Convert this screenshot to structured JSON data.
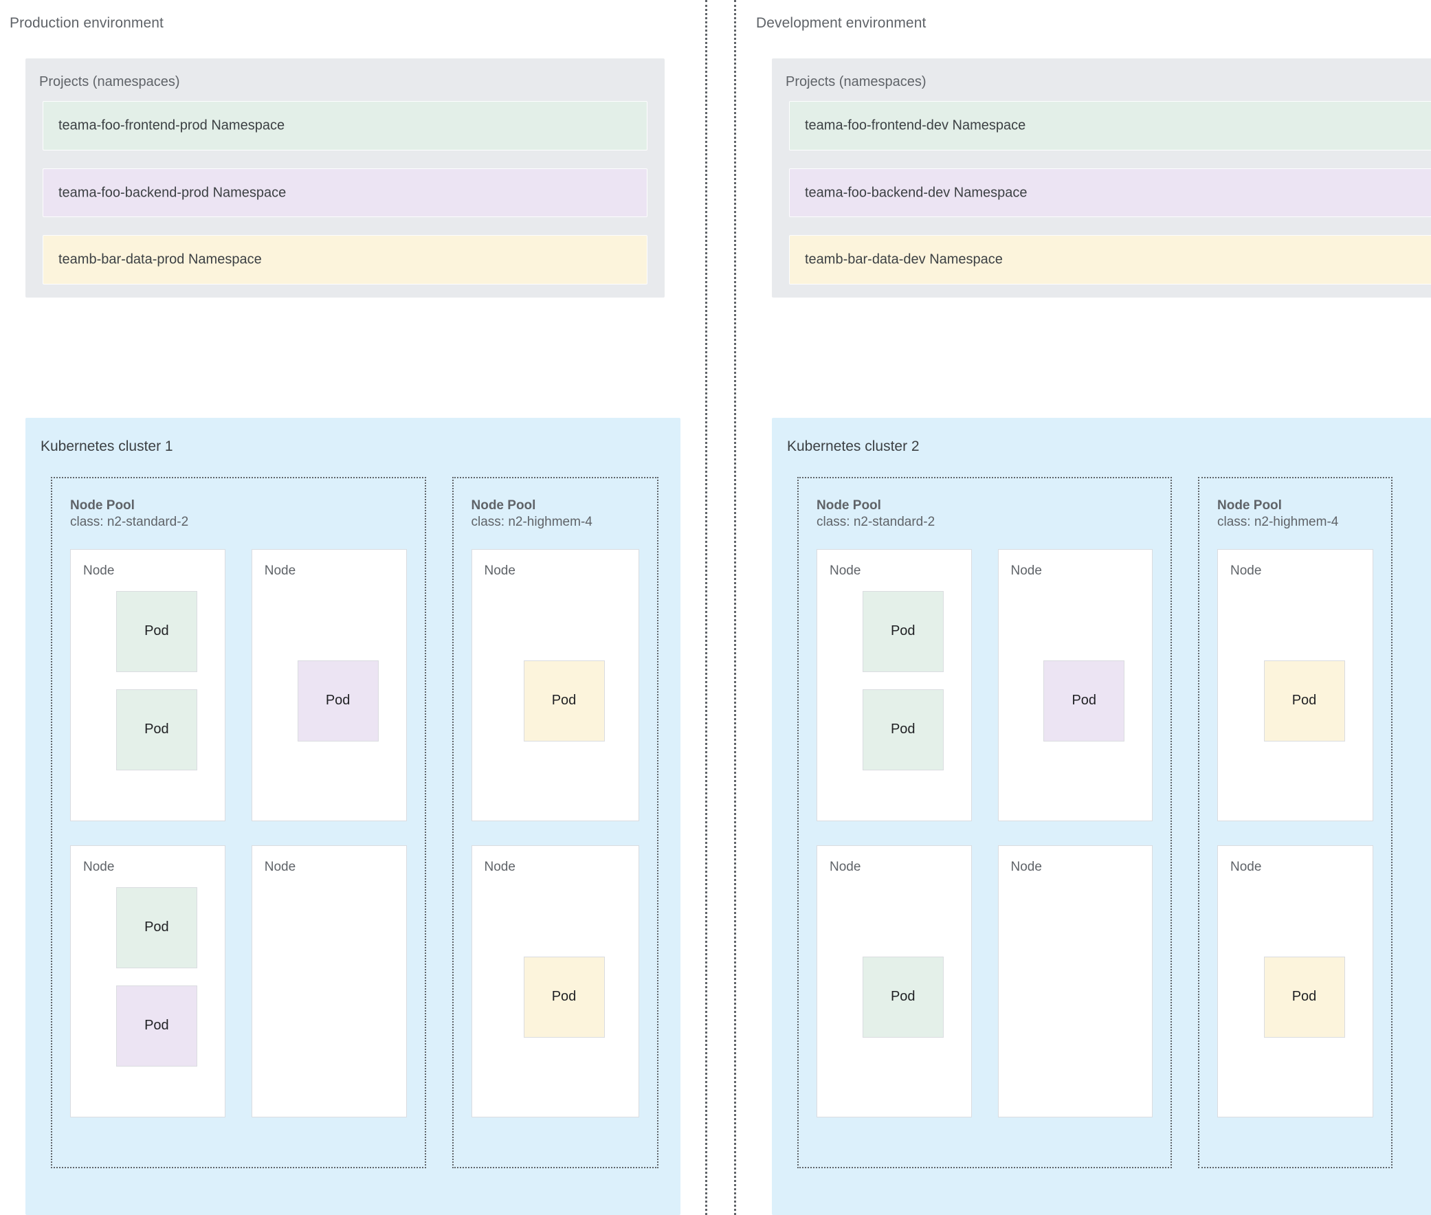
{
  "diagram": {
    "title_left": "Production environment",
    "title_right": "Development environment",
    "projects_heading": "Projects (namespaces)",
    "node_pool_name": "Node Pool",
    "node_label": "Node",
    "pod_label": "Pod",
    "colors": {
      "green": "#e4f0e9",
      "purple": "#ece4f3",
      "yellow": "#fcf4dc",
      "cluster_blue": "#dcf0fb",
      "projects_gray": "#e8eaed",
      "text_gray": "#5f6368",
      "border_gray": "#dadce0"
    }
  },
  "environments": [
    {
      "name": "Production environment",
      "projects": {
        "heading": "Projects (namespaces)",
        "namespaces": [
          {
            "label": "teama-foo-frontend-prod Namespace",
            "color": "green"
          },
          {
            "label": "teama-foo-backend-prod Namespace",
            "color": "purple"
          },
          {
            "label": "teamb-bar-data-prod Namespace",
            "color": "yellow"
          }
        ]
      },
      "cluster": {
        "title": "Kubernetes cluster 1",
        "node_pools": [
          {
            "name": "Node Pool",
            "class": "class: n2-standard-2",
            "nodes": [
              {
                "label": "Node",
                "pods": [
                  {
                    "label": "Pod",
                    "color": "green"
                  },
                  {
                    "label": "Pod",
                    "color": "green"
                  }
                ]
              },
              {
                "label": "Node",
                "pods": [
                  {
                    "label": "Pod",
                    "color": "purple"
                  }
                ]
              },
              {
                "label": "Node",
                "pods": [
                  {
                    "label": "Pod",
                    "color": "green"
                  },
                  {
                    "label": "Pod",
                    "color": "purple"
                  }
                ]
              },
              {
                "label": "Node",
                "pods": []
              }
            ]
          },
          {
            "name": "Node Pool",
            "class": "class: n2-highmem-4",
            "nodes": [
              {
                "label": "Node",
                "pods": [
                  {
                    "label": "Pod",
                    "color": "yellow"
                  }
                ]
              },
              {
                "label": "Node",
                "pods": [
                  {
                    "label": "Pod",
                    "color": "yellow"
                  }
                ]
              }
            ]
          }
        ]
      }
    },
    {
      "name": "Development environment",
      "projects": {
        "heading": "Projects (namespaces)",
        "namespaces": [
          {
            "label": "teama-foo-frontend-dev Namespace",
            "color": "green"
          },
          {
            "label": "teama-foo-backend-dev Namespace",
            "color": "purple"
          },
          {
            "label": "teamb-bar-data-dev Namespace",
            "color": "yellow"
          }
        ]
      },
      "cluster": {
        "title": "Kubernetes cluster 2",
        "node_pools": [
          {
            "name": "Node Pool",
            "class": "class: n2-standard-2",
            "nodes": [
              {
                "label": "Node",
                "pods": [
                  {
                    "label": "Pod",
                    "color": "green"
                  },
                  {
                    "label": "Pod",
                    "color": "green"
                  }
                ]
              },
              {
                "label": "Node",
                "pods": [
                  {
                    "label": "Pod",
                    "color": "purple"
                  }
                ]
              },
              {
                "label": "Node",
                "pods": [
                  {
                    "label": "Pod",
                    "color": "green"
                  }
                ]
              },
              {
                "label": "Node",
                "pods": []
              }
            ]
          },
          {
            "name": "Node Pool",
            "class": "class: n2-highmem-4",
            "nodes": [
              {
                "label": "Node",
                "pods": [
                  {
                    "label": "Pod",
                    "color": "yellow"
                  }
                ]
              },
              {
                "label": "Node",
                "pods": [
                  {
                    "label": "Pod",
                    "color": "yellow"
                  }
                ]
              }
            ]
          }
        ]
      }
    }
  ]
}
